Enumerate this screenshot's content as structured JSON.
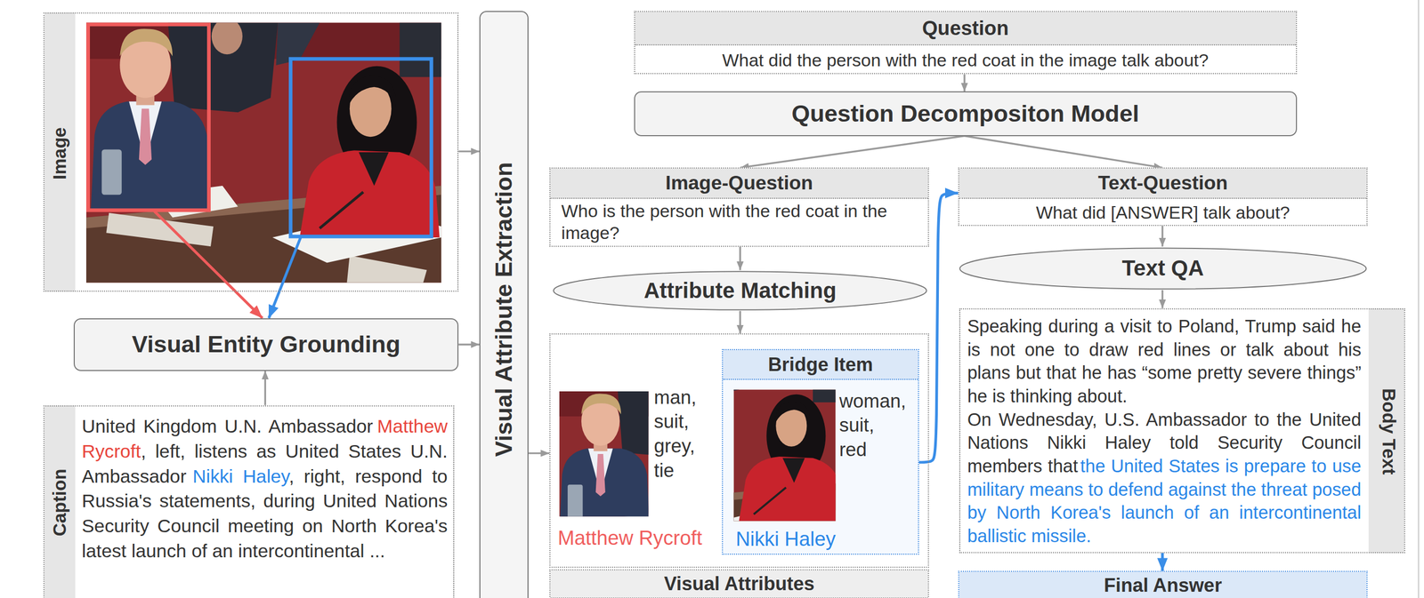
{
  "diagram": {
    "nodes": [
      {
        "text": [
          "Image"
        ]
      },
      {
        "text": [
          "Visual Entity Grounding"
        ]
      },
      {
        "text": [
          "Caption",
          "United Kingdom U.N. Ambassador",
          "Matthew Rycroft",
          ", left, listens as United States U.N. Ambassador",
          "Nikki Haley",
          ", right, respond to Russia's statements, during United Nations Security Council meeting on North Korea's latest launch of an intercontinental ..."
        ]
      },
      {
        "text": [
          "Visual Attribute Extraction"
        ]
      },
      {
        "text": [
          "Question",
          "What did the person with the red coat in the image talk about?"
        ]
      },
      {
        "text": [
          "Question Decompositon Model"
        ]
      },
      {
        "text": [
          "Image-Question",
          "Who is the person with the red coat in the image?"
        ]
      },
      {
        "text": [
          "Text-Question",
          "What did [ANSWER] talk about?"
        ]
      },
      {
        "text": [
          "Attribute Matching"
        ]
      },
      {
        "text": [
          "Text QA"
        ]
      },
      {
        "text": [
          "man, suit, grey, tie",
          "Matthew Rycroft"
        ]
      },
      {
        "text": [
          "Bridge Item",
          "woman, suit, red",
          "Nikki Haley"
        ],
        "in": 10
      },
      {
        "text": [
          "Body Text",
          "Speaking during a visit to Poland, Trump said he is not one to draw red lines or talk about his plans but that he has “some pretty severe things” he is thinking about.",
          "On Wednesday, U.S. Ambassador to the United Nations Nikki Haley told Security Council members that",
          "the United States is prepare to use military means to defend against the threat posed by North Korea's launch of an intercontinental ballistic missile."
        ]
      },
      {
        "text": [
          "Visual Attributes"
        ]
      },
      {
        "text": [
          "Final Answer"
        ]
      }
    ],
    "edges": [
      {
        "from": 2,
        "to": 1,
        "arrow": "to"
      },
      {
        "from": 0,
        "to": 1,
        "arrow": "to"
      },
      {
        "from": 0,
        "to": 1,
        "arrow": "to"
      },
      {
        "from": 0,
        "to": 3,
        "arrow": "to"
      },
      {
        "from": 1,
        "to": 3,
        "arrow": "to"
      },
      {
        "from": 3,
        "to": 10,
        "arrow": "to"
      },
      {
        "from": 4,
        "to": 5,
        "arrow": "to"
      },
      {
        "from": 5,
        "to": 6,
        "arrow": "to"
      },
      {
        "from": 5,
        "to": 7,
        "arrow": "to"
      },
      {
        "from": 6,
        "to": 8,
        "arrow": "to"
      },
      {
        "from": 8,
        "to": 10,
        "arrow": "to"
      },
      {
        "from": 11,
        "to": 7,
        "arrow": "to"
      },
      {
        "from": 7,
        "to": 9,
        "arrow": "to"
      },
      {
        "from": 9,
        "to": 12,
        "arrow": "to"
      },
      {
        "from": 12,
        "to": 14,
        "arrow": "to"
      }
    ]
  }
}
